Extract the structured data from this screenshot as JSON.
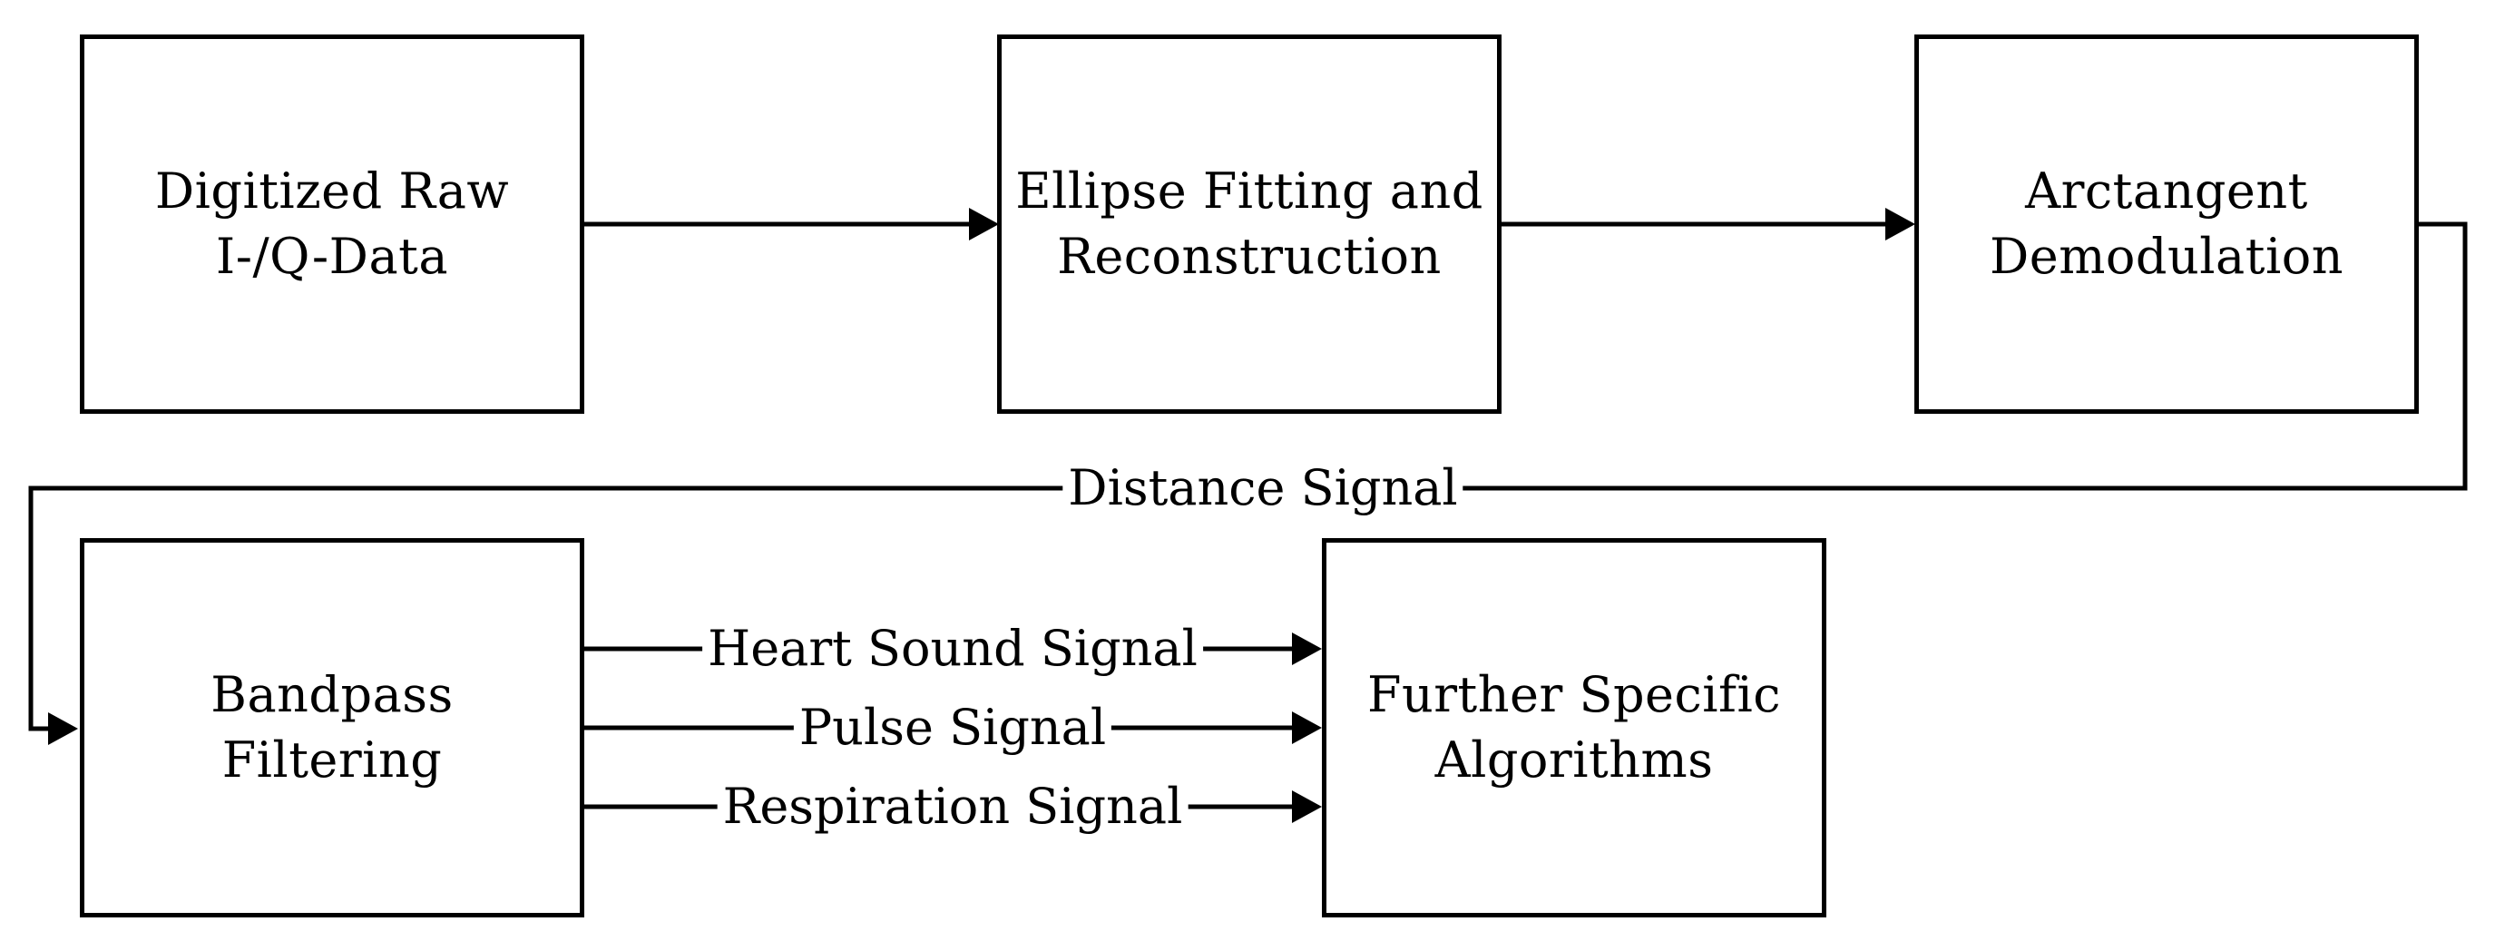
{
  "nodes": {
    "raw_data": {
      "line1": "Digitized Raw",
      "line2": "I-/Q-Data"
    },
    "ellipse": {
      "line1": "Ellipse Fitting and",
      "line2": "Reconstruction"
    },
    "arctan": {
      "line1": "Arctangent",
      "line2": "Demodulation"
    },
    "bandpass": {
      "line1": "Bandpass",
      "line2": "Filtering"
    },
    "further": {
      "line1": "Further Specific",
      "line2": "Algorithms"
    }
  },
  "edges": {
    "distance": "Distance Signal",
    "heart": "Heart Sound Signal",
    "pulse": "Pulse Signal",
    "respiration": "Respiration Signal"
  },
  "colors": {
    "stroke": "#000000",
    "background": "#ffffff"
  }
}
